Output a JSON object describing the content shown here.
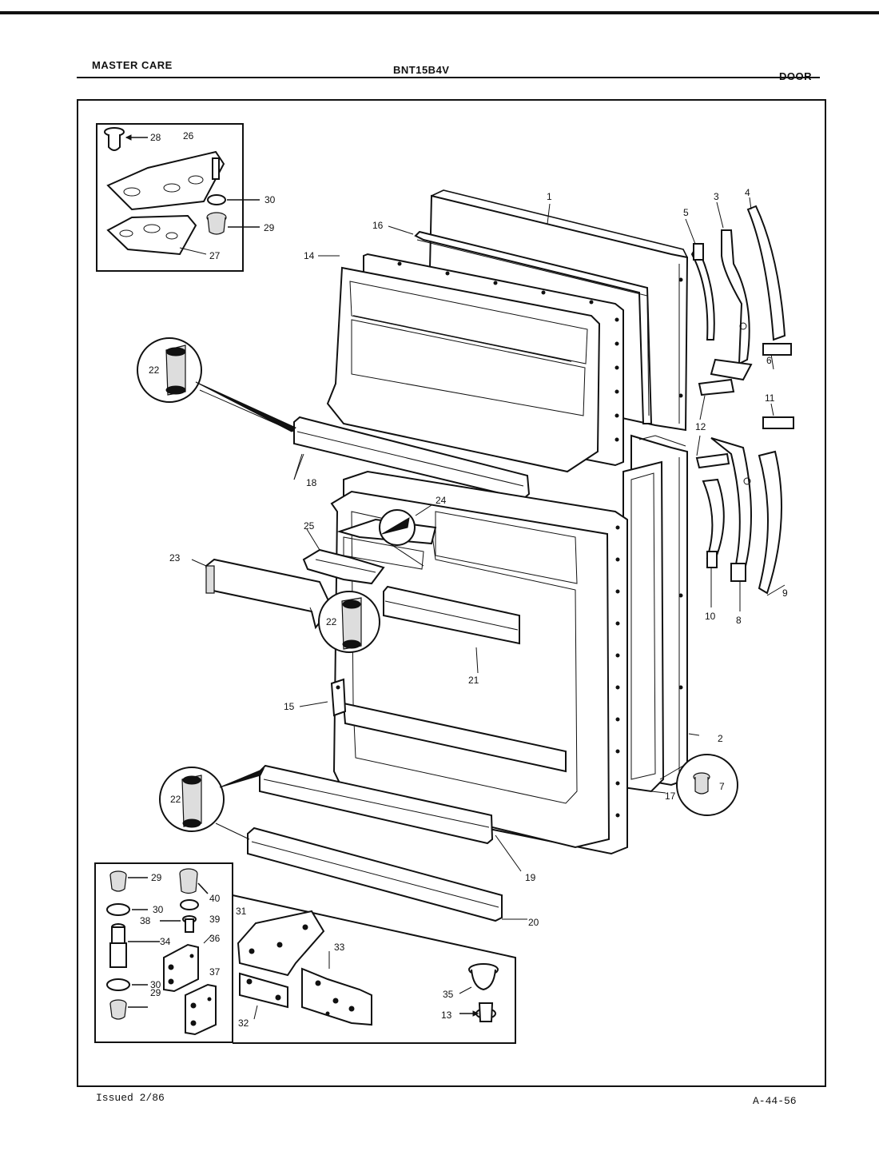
{
  "header": {
    "left": "MASTER CARE",
    "center": "BNT15B4V",
    "right": "DOOR"
  },
  "footer": {
    "left": "Issued 2/86",
    "right": "A-44-56"
  },
  "labels": {
    "l1": "1",
    "l2": "2",
    "l3": "3",
    "l4": "4",
    "l5": "5",
    "l6": "6",
    "l7": "7",
    "l8": "8",
    "l9": "9",
    "l10": "10",
    "l11": "11",
    "l12": "12",
    "l13": "13",
    "l14": "14",
    "l15": "15",
    "l16": "16",
    "l17": "17",
    "l18": "18",
    "l19": "19",
    "l20": "20",
    "l21": "21",
    "l22": "22",
    "l23": "23",
    "l24": "24",
    "l25": "25",
    "l26": "26",
    "l27": "27",
    "l28": "28",
    "l29": "29",
    "l30": "30",
    "l31": "31",
    "l32": "32",
    "l33": "33",
    "l34": "34",
    "l35": "35",
    "l36": "36",
    "l37": "37",
    "l38": "38",
    "l39": "39",
    "l40": "40"
  }
}
